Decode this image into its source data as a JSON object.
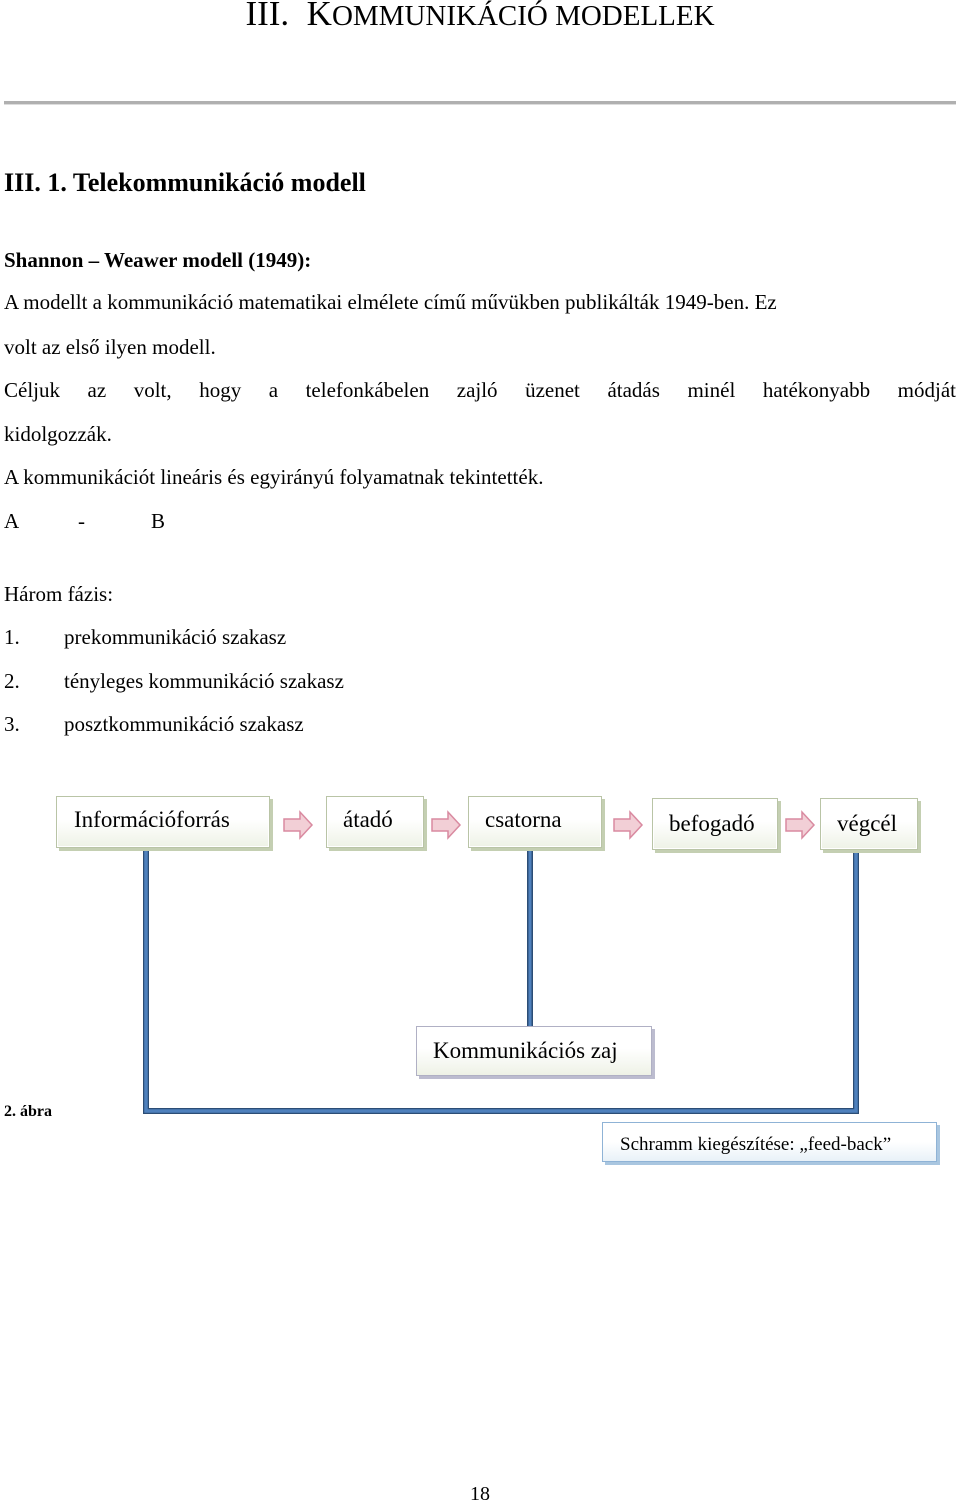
{
  "title": {
    "roman": "III.",
    "cap": "K",
    "rest": "OMMUNIKÁCIÓ MODELLEK"
  },
  "section_heading": "III. 1. Telekommunikáció modell",
  "subheading": "Shannon – Weawer  modell (1949):",
  "paragraphs": {
    "p1_line1": "A modellt a kommunikáció matematikai elmélete című művükben publikálták 1949-ben. Ez",
    "p1_line2": "volt az első ilyen modell.",
    "p2_line1": "Céljuk az volt, hogy a telefonkábelen zajló üzenet átadás minél hatékonyabb módját",
    "p2_line2": "kidolgozzák.",
    "p3": "A kommunikációt lineáris és egyirányú folyamatnak tekintették.",
    "ab_a": "A",
    "ab_dash": "-",
    "ab_b": "B",
    "phases_label": "Három fázis:"
  },
  "phases": [
    {
      "num": "1.",
      "text": "prekommunikáció szakasz"
    },
    {
      "num": "2.",
      "text": "tényleges kommunikáció szakasz"
    },
    {
      "num": "3.",
      "text": "posztkommunikáció szakasz"
    }
  ],
  "diagram": {
    "nodes": {
      "source": "Információforrás",
      "transmitter": "átadó",
      "channel": "csatorna",
      "receiver": "befogadó",
      "destination": "végcél",
      "noise": "Kommunikációs zaj",
      "feedback": "Schramm kiegészítése: „feed-back”"
    },
    "caption": "2. ábra",
    "colors": {
      "arrow_fill": "#f2cfd6",
      "arrow_stroke": "#d98aa0",
      "line": "#4f81bd",
      "line_dark": "#2c4d75"
    }
  },
  "page_number": "18"
}
